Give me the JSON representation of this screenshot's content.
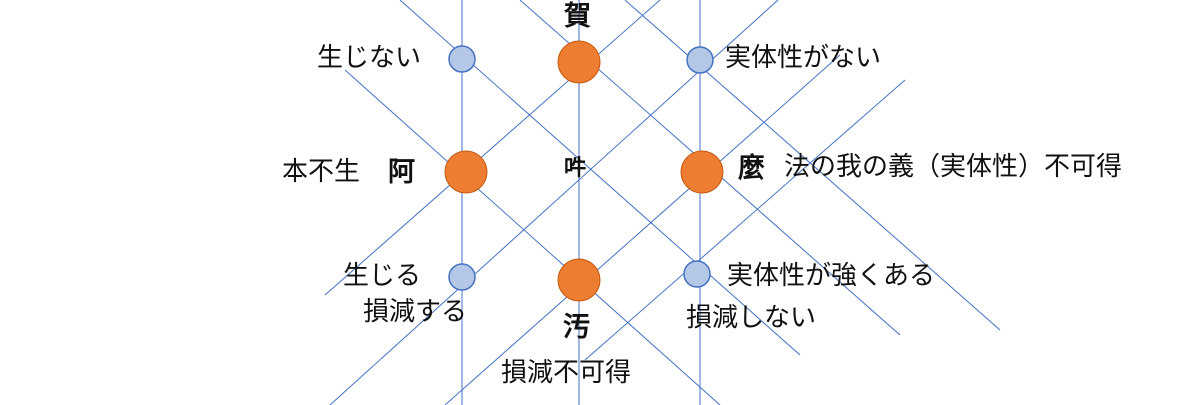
{
  "labels": {
    "top_syllable": "賀",
    "center_syllable": "吽",
    "left_syllable": "阿",
    "right_syllable": "麼",
    "bottom_syllable": "汚",
    "top_left": "生じない",
    "top_right": "実体性がない",
    "left": "本不生",
    "right": "法の我の義（実体性）不可得",
    "bottom_left_1": "生じる",
    "bottom_left_2": "損減する",
    "bottom_right_1": "実体性が強くある",
    "bottom_right_2": "損減しない",
    "bottom": "損減不可得"
  },
  "colors": {
    "line": "#4472c4",
    "large_node": "#ed7d31",
    "small_node_fill": "#b4c7e7",
    "small_node_stroke": "#4472c4"
  }
}
